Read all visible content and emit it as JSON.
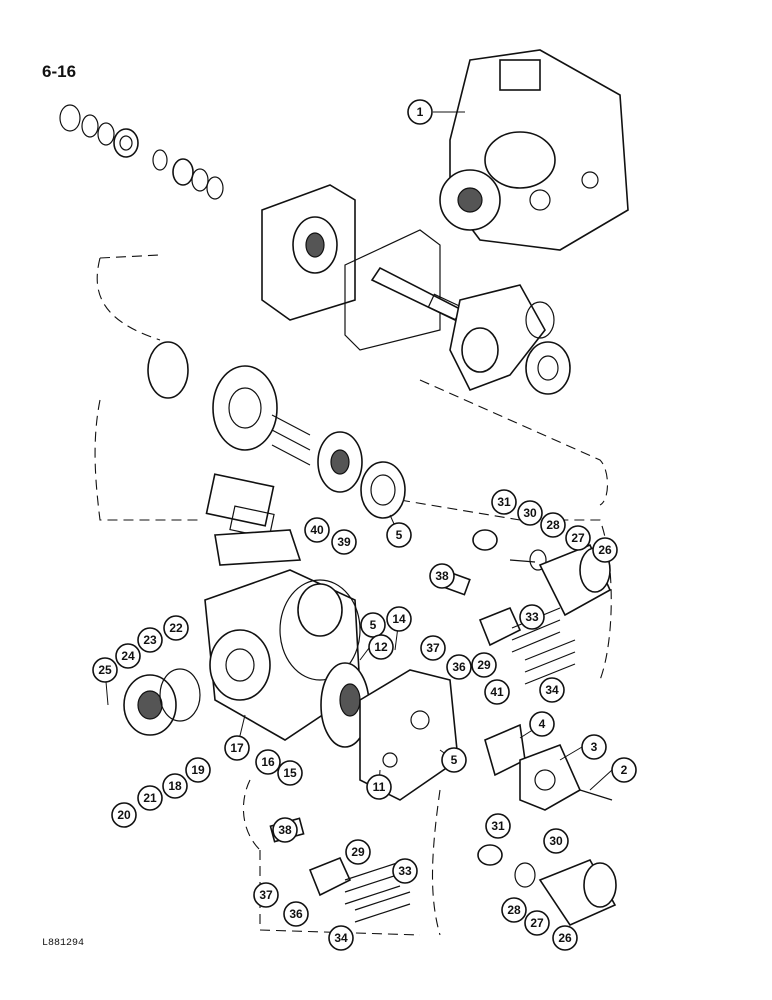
{
  "page": {
    "number": "6-16",
    "figure_code": "L881294"
  },
  "callouts": [
    "1",
    "2",
    "3",
    "4",
    "5",
    "11",
    "12",
    "14",
    "15",
    "16",
    "17",
    "18",
    "19",
    "20",
    "21",
    "22",
    "23",
    "24",
    "25",
    "26",
    "27",
    "28",
    "29",
    "30",
    "31",
    "33",
    "34",
    "36",
    "37",
    "38",
    "39",
    "40",
    "41"
  ]
}
